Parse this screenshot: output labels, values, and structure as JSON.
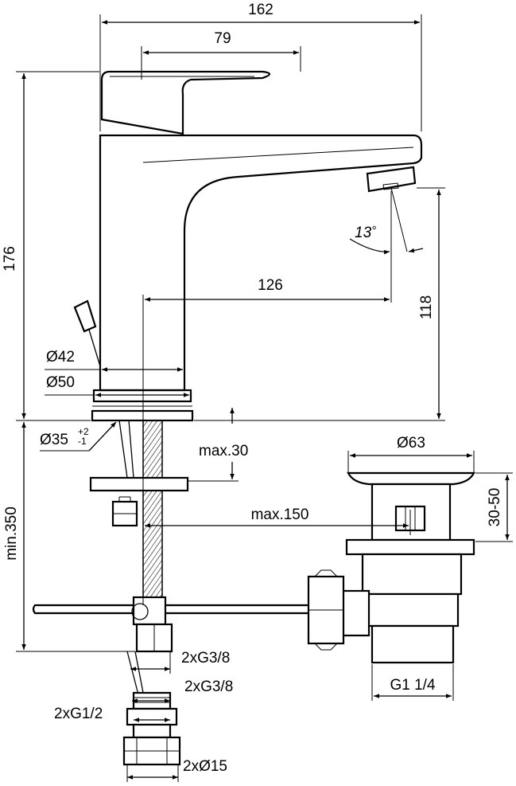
{
  "dimensions": {
    "overall_width": "162",
    "lever_length": "79",
    "overall_height": "176",
    "spout_angle_value": "13",
    "spout_angle_unit": "°",
    "spout_reach": "126",
    "spout_height": "118",
    "body_diameter_top": "Ø42",
    "body_diameter_base": "Ø50",
    "hole_diameter": "Ø35",
    "hole_tol_plus": "+2",
    "hole_tol_minus": "-1",
    "deck_thickness": "max.30",
    "hose_length": "min.350",
    "max_distance": "max.150",
    "waste_diameter": "Ø63",
    "waste_height": "30-50",
    "waste_thread": "G1 1/4",
    "hose_connection": "2xG3/8",
    "valve_outlet": "2xG3/8",
    "valve_inlet": "2xG1/2",
    "compression_fitting": "2xØ15"
  }
}
